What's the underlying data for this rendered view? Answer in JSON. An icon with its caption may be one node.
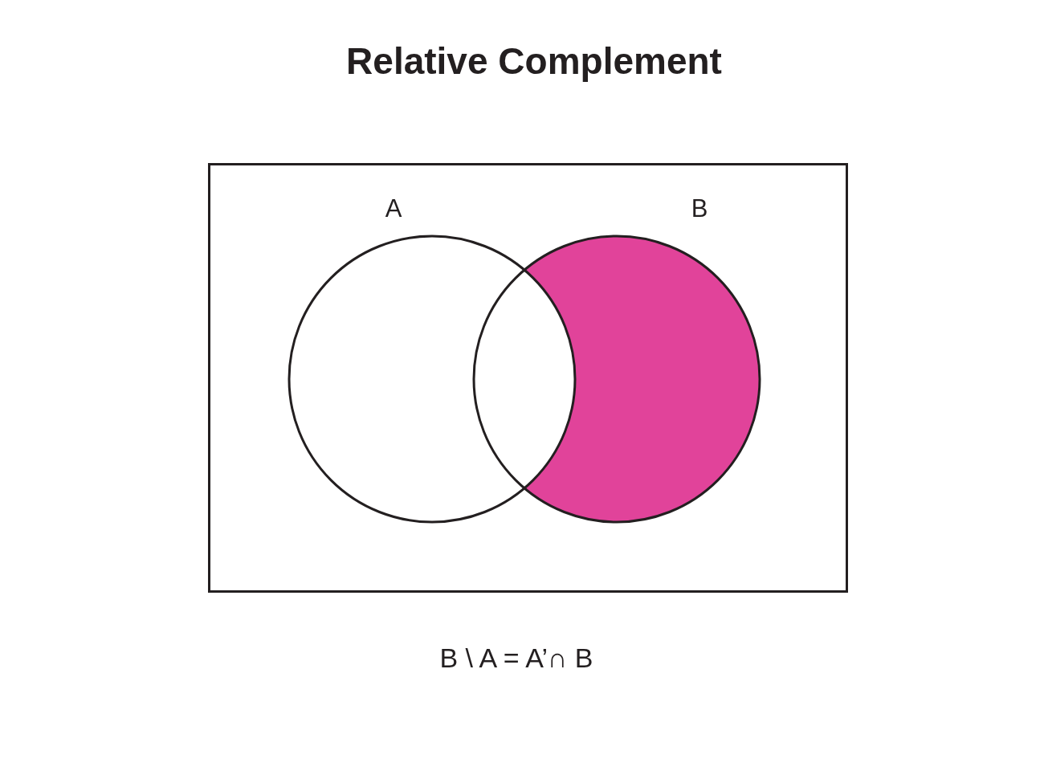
{
  "diagram": {
    "title": "Relative Complement",
    "caption": "B \\ A = A’∩ B",
    "nodes": [
      {
        "text": [],
        "shape": "box"
      },
      {
        "text": [
          "A"
        ],
        "in": 0
      },
      {
        "text": [
          "B"
        ],
        "in": 0
      }
    ],
    "edges": []
  }
}
